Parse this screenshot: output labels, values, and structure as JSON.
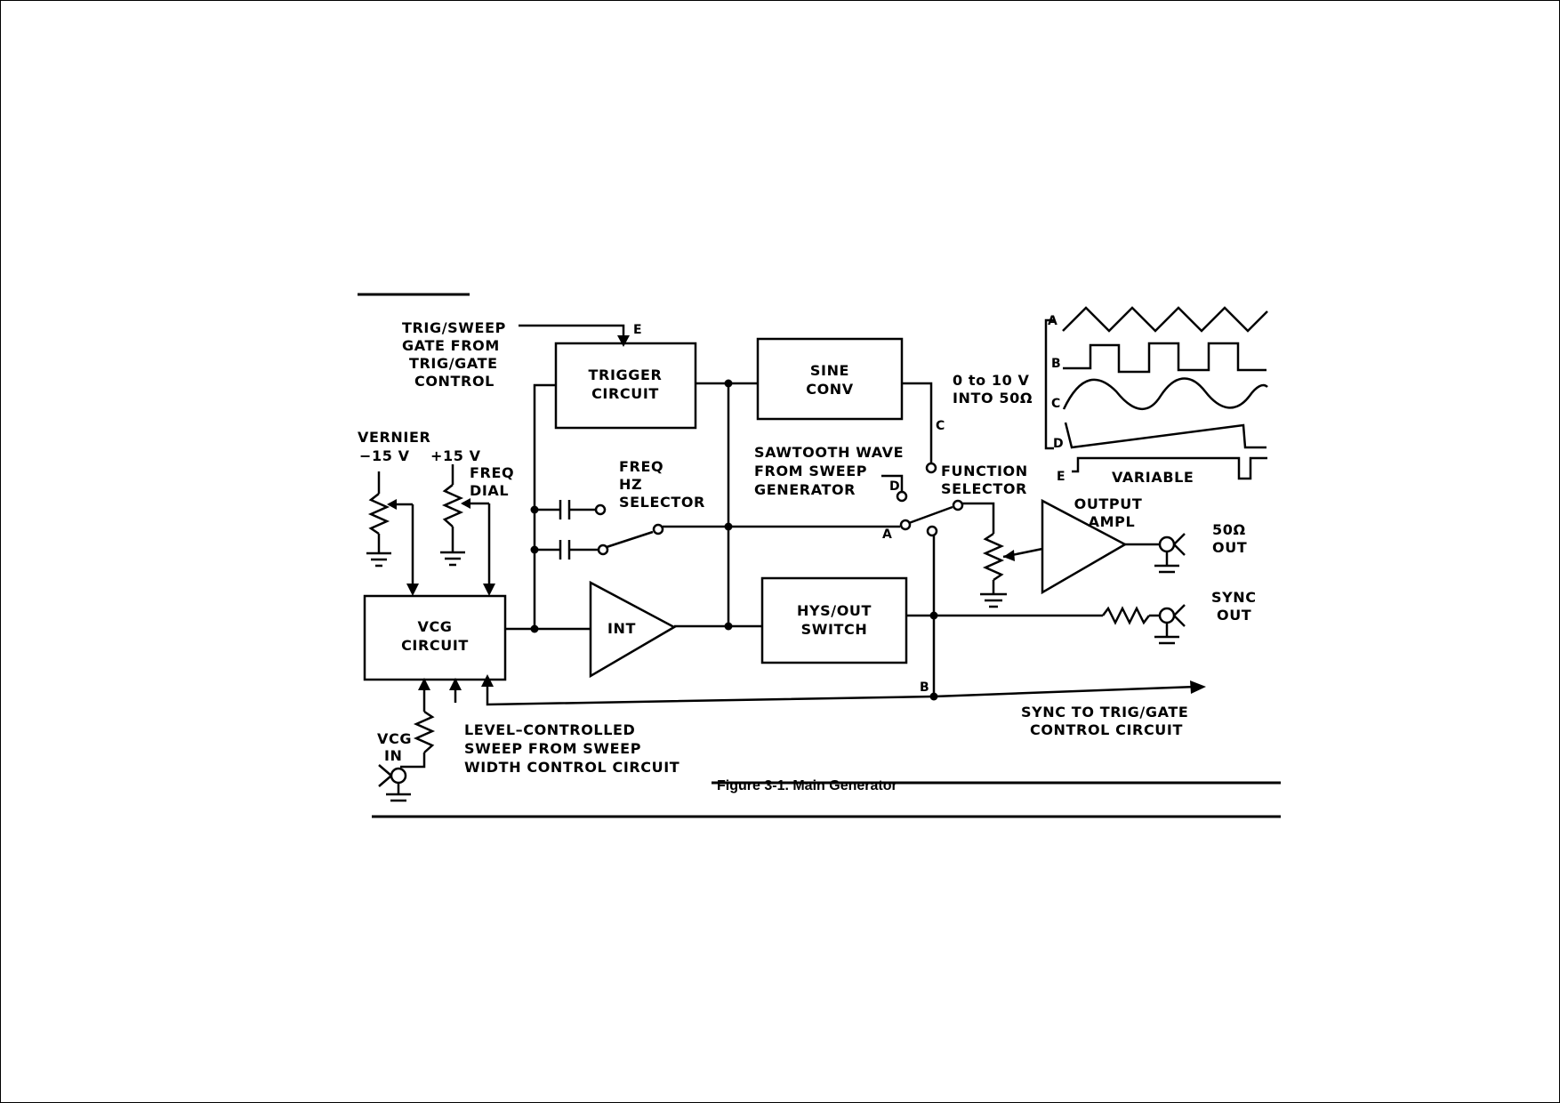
{
  "diagram": {
    "caption": "Figure 3-1. Main Generator",
    "blocks": {
      "trigger": [
        "TRIGGER",
        "CIRCUIT"
      ],
      "sine": [
        "SINE",
        "CONV"
      ],
      "vcg": [
        "VCG",
        "CIRCUIT"
      ],
      "int": "INT",
      "hys": [
        "HYS/OUT",
        "SWITCH"
      ],
      "output_ampl": [
        "OUTPUT",
        "AMPL"
      ]
    },
    "labels": {
      "trig_sweep": [
        "TRIG/SWEEP",
        "GATE FROM",
        "TRIG/GATE",
        "CONTROL"
      ],
      "vernier": "VERNIER",
      "minus15": "−15 V",
      "plus15": "+15 V",
      "freq_dial": [
        "FREQ",
        "DIAL"
      ],
      "freq_hz": [
        "FREQ",
        "HZ",
        "SELECTOR"
      ],
      "sawtooth": [
        "SAWTOOTH WAVE",
        "FROM SWEEP",
        "GENERATOR"
      ],
      "function_sel": [
        "FUNCTION",
        "SELECTOR"
      ],
      "out_range": [
        "0 to 10 V",
        "INTO 50Ω"
      ],
      "out50": [
        "50Ω",
        "OUT"
      ],
      "sync_out": [
        "SYNC",
        "OUT"
      ],
      "sync_to": [
        "SYNC TO TRIG/GATE",
        "CONTROL CIRCUIT"
      ],
      "level": [
        "LEVEL–CONTROLLED",
        "SWEEP FROM SWEEP",
        "WIDTH CONTROL CIRCUIT"
      ],
      "vcg_in": [
        "VCG",
        "IN"
      ],
      "variable": "VARIABLE"
    },
    "points": {
      "a": "A",
      "b": "B",
      "c": "C",
      "d": "D",
      "e": "E"
    },
    "waveforms": [
      "A",
      "B",
      "C",
      "D",
      "E"
    ]
  }
}
